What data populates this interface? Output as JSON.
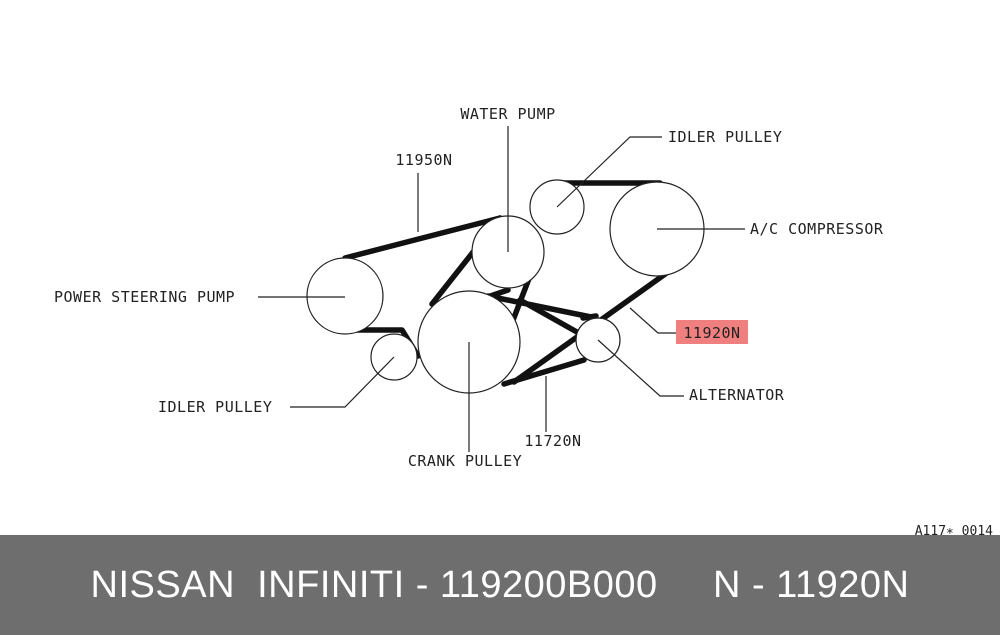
{
  "diagram": {
    "labels": {
      "water_pump": "WATER PUMP",
      "idler_pulley_top": "IDLER PULLEY",
      "ac_compressor": "A/C COMPRESSOR",
      "power_steering_pump": "POWER STEERING PUMP",
      "idler_pulley_bottom": "IDLER PULLEY",
      "crank_pulley": "CRANK PULLEY",
      "alternator": "ALTERNATOR",
      "belt_11950n": "11950N",
      "belt_11920n": "11920N",
      "belt_11720n": "11720N"
    },
    "highlight_color": "#f08080",
    "reference_code": "A117∗ 0014"
  },
  "footer": {
    "text": "NISSAN  INFINITI - 119200B000     N - 11920N",
    "background": "#6e6e6e"
  }
}
